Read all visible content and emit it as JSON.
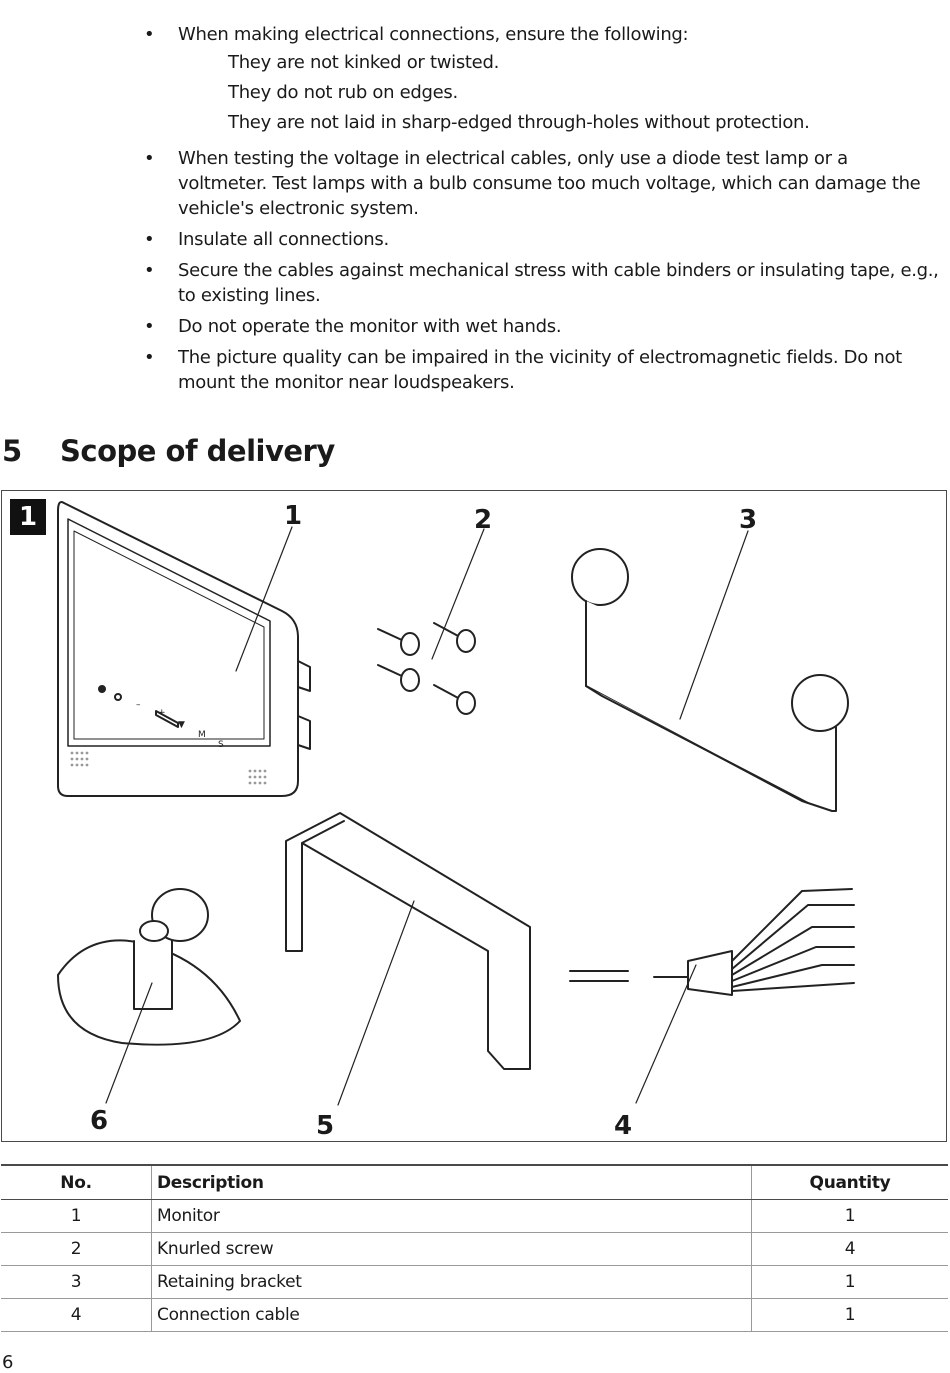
{
  "bullets": [
    {
      "text": "When making electrical connections, ensure the following:",
      "sub": [
        "They are not kinked or twisted.",
        "They do not rub on edges.",
        "They are not laid in sharp-edged through-holes without protection."
      ]
    },
    {
      "text": "When testing the voltage in electrical cables, only use a diode test lamp or a voltmeter. Test lamps with a bulb consume too much voltage, which can damage the vehicle's electronic system."
    },
    {
      "text": "Insulate all connections."
    },
    {
      "text": "Secure the cables against mechanical stress with cable binders or insulating tape, e.g., to existing lines."
    },
    {
      "text": "Do not operate the monitor with wet hands."
    },
    {
      "text": "The picture quality can be impaired in the vicinity of electromagnetic fields. Do not mount the monitor near loudspeakers."
    }
  ],
  "bullet_symbol": "•",
  "section": {
    "number": "5",
    "title": "Scope of delivery"
  },
  "figure": {
    "badge": "1",
    "callouts": [
      "1",
      "2",
      "3",
      "4",
      "5",
      "6"
    ],
    "monitor_buttons": [
      "–",
      "+",
      "▼",
      "M",
      "S"
    ]
  },
  "table": {
    "headers": [
      "No.",
      "Description",
      "Quantity"
    ],
    "rows": [
      [
        "1",
        "Monitor",
        "1"
      ],
      [
        "2",
        "Knurled screw",
        "4"
      ],
      [
        "3",
        "Retaining bracket",
        "1"
      ],
      [
        "4",
        "Connection cable",
        "1"
      ]
    ]
  },
  "page_number": "6"
}
